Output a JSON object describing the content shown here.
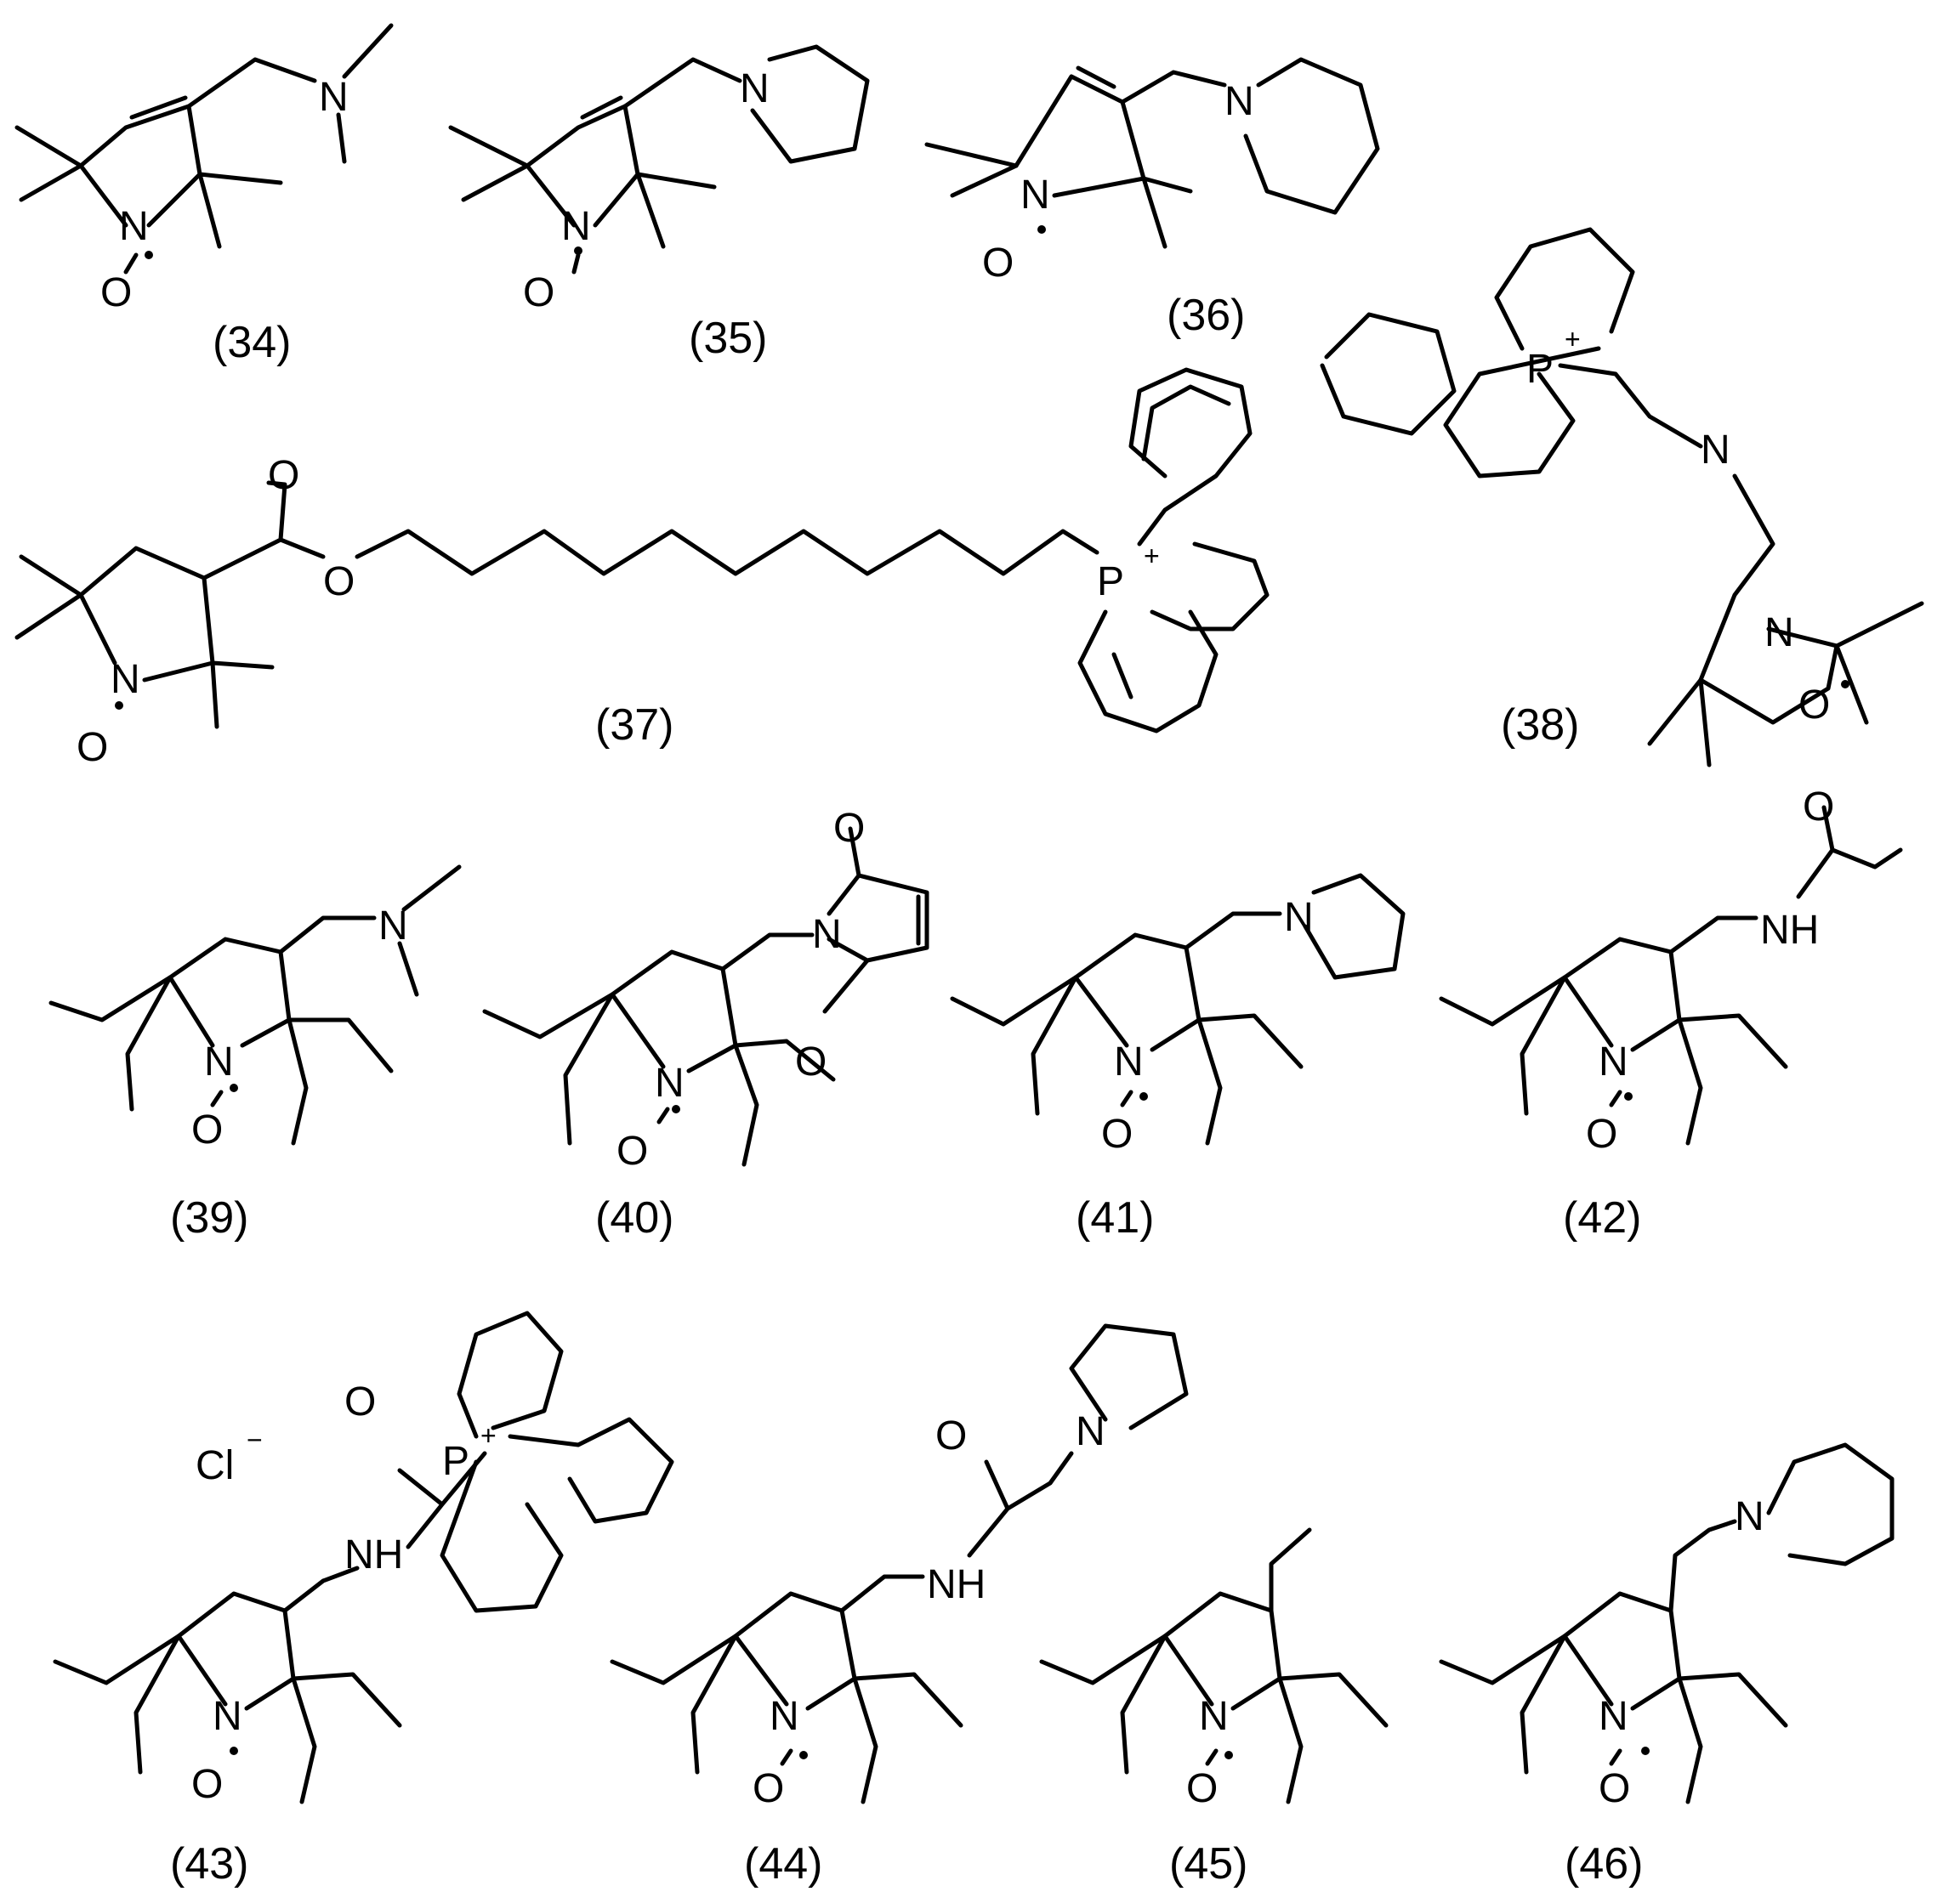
{
  "labels": {
    "c34": "(34)",
    "c35": "(35)",
    "c36": "(36)",
    "c37": "(37)",
    "c38": "(38)",
    "c39": "(39)",
    "c40": "(40)",
    "c41": "(41)",
    "c42": "(42)",
    "c43": "(43)",
    "c44": "(44)",
    "c45": "(45)",
    "c46": "(46)"
  },
  "atoms": {
    "N": "N",
    "O": "O",
    "P": "P",
    "NH": "NH",
    "Cl": "Cl",
    "plus": "+",
    "minus": "−",
    "radical": "•"
  },
  "colors": {
    "ink": "#000000",
    "background": "#ffffff"
  }
}
